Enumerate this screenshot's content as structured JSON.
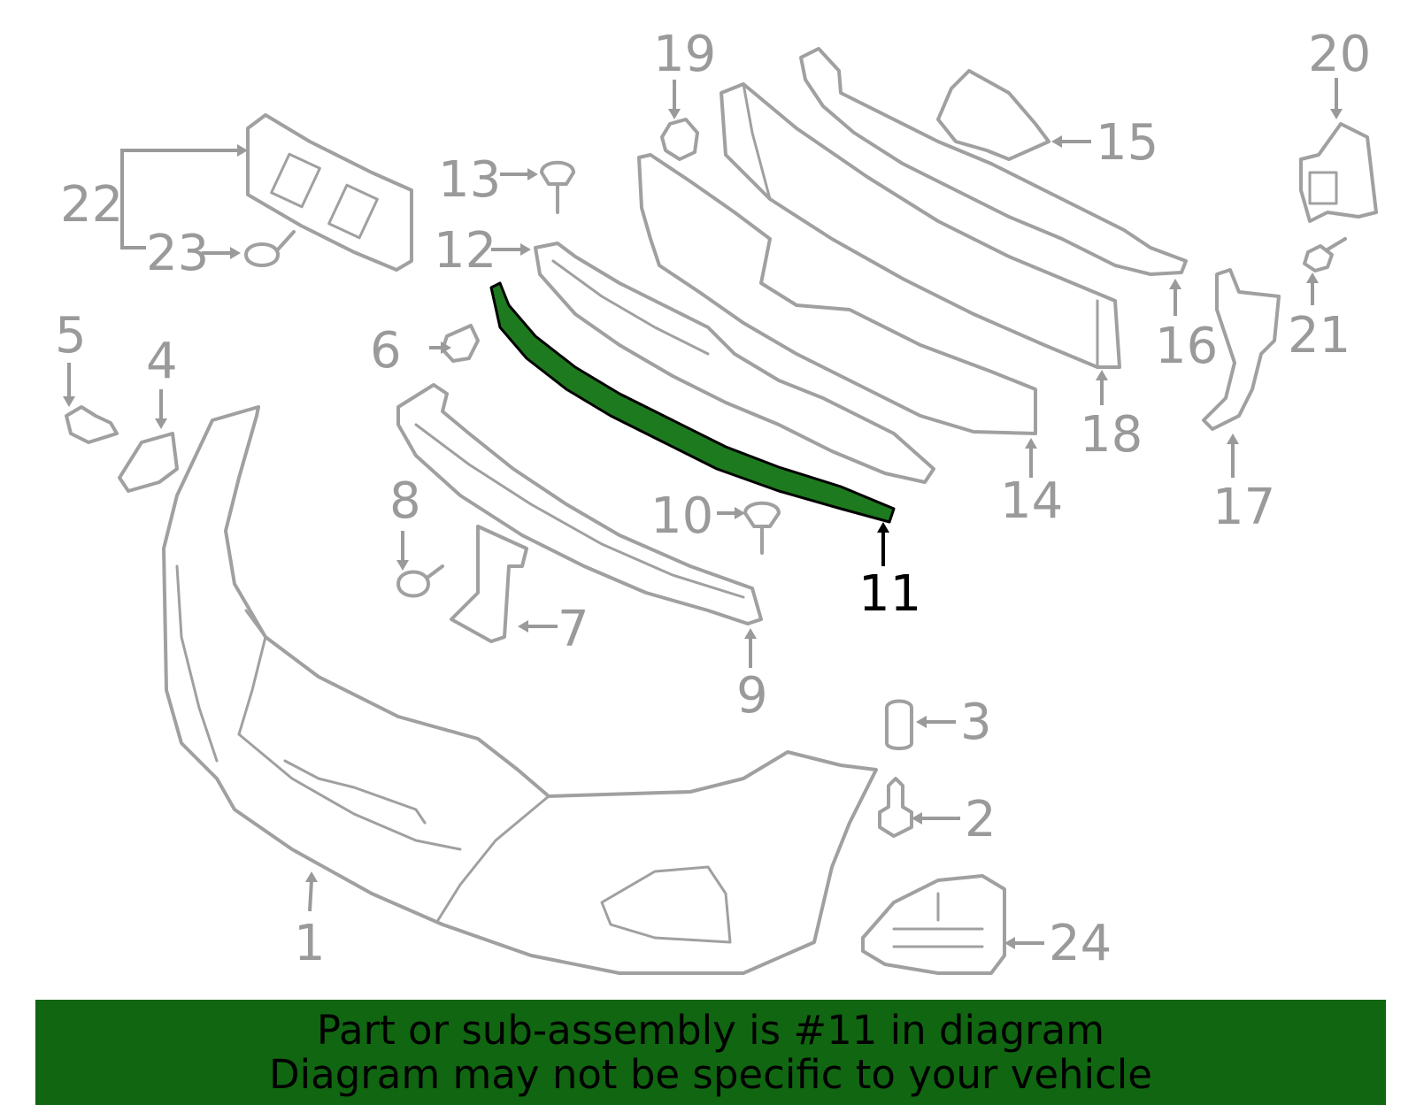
{
  "highlight_color": "#116611",
  "part_color": "#a0a0a0",
  "highlighted_callout": "11",
  "callouts": {
    "c1": "1",
    "c2": "2",
    "c3": "3",
    "c4": "4",
    "c5": "5",
    "c6": "6",
    "c7": "7",
    "c8": "8",
    "c9": "9",
    "c10": "10",
    "c11": "11",
    "c12": "12",
    "c13": "13",
    "c14": "14",
    "c15": "15",
    "c16": "16",
    "c17": "17",
    "c18": "18",
    "c19": "19",
    "c20": "20",
    "c21": "21",
    "c22": "22",
    "c23": "23",
    "c24": "24"
  },
  "banner": {
    "line1": "Part or sub-assembly is #11 in diagram",
    "line2": "Diagram may not be specific to your vehicle"
  }
}
